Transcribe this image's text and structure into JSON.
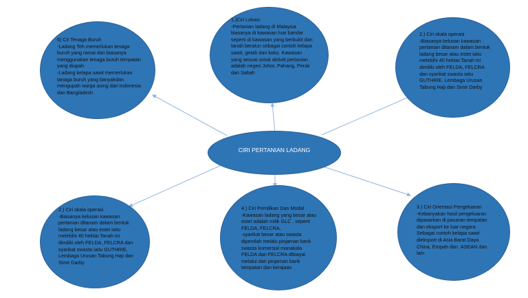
{
  "center": {
    "label": "CIRI PERTANIAN LADANG"
  },
  "nodes": [
    {
      "id": "lokasi",
      "text": "1.)Ciri Lokasi\n-Pertanian ladang  di Malaysia biasanya di kawasan luar bandar seperti di kawasan yang berbukit dan tanah beralun sebagai contoh kelapa sawit, getah dan koko. Kawasan yang sesuai untuk aktiviti pertanian adalah negeri Johor, Pahang, Perak dan Sabah"
    },
    {
      "id": "skala-kanan",
      "text": "2.) Ciri skala operasi\n-Biasanya kelusan kawasan pertanian ditanam dalam bentuk ladang  besar atau estet iaitu melebihi 40 hektar.Tanah ini dimiliki oleh FELDA, FELCRA dan syarikat swasta iaitu GUTHRIE, Lembaga Urusan Tabung Haji dan Sime Darby"
    },
    {
      "id": "tenaga-buruh",
      "text": "6) Cir Tenaga Buruh\n-Ladang Teh memerlukan tenaga buruh yang ramai dan biasanya menggunakan tenaga buruh tempatan yang diupah\n-Ladang kelapa sawit memerlukan tanaga buruh yang banyakdan mengupah warga asing dari Indonesia dan Bangladesh"
    },
    {
      "id": "skala-kiri",
      "text": "2.) Ciri skala operasi\n-Biasanya kelusan kawasan pertanian ditanam dalam bentuk ladang  besar atau estet iaitu melebihi 40 hektar.Tanah ini dimiliki oleh FELDA, FELCRA dan syarikat swasta iaitu GUTHRIE, Lembaga Urusan Tabung Haji dan Sime Darby"
    },
    {
      "id": "pemilikan-modal",
      "text": "4.) Ciri Pemilikan Dan Modal\n-Kawasan ladang yang besar atau estet adalah milik GLC . seperti FELDA, FELCRA,\n-syarikat besar atau swasta diperolah melalu pinjaman bank swasta komersial manakala FELDA dan FELCRA dibiayai melalui dari pinjaman bank tempatan dan kerajaan"
    },
    {
      "id": "orientasi-pengeluaran",
      "text": "3.) Ciri Orientasi Pengeluaran\n-Kebanyakan hasil pengeluaran dipasarkan di pasaran tempatan dan eksport ke luar negara. Sebagai contoh kelapa sawit dieksport di Asia Barat Daya China, Eropah dan .ASEAN dan lain"
    }
  ],
  "colors": {
    "node_fill": "#2e75b6",
    "node_border": "#2b5f96",
    "connector": "#8fb6dd",
    "center_text": "#ffffff",
    "node_text": "#101010"
  }
}
